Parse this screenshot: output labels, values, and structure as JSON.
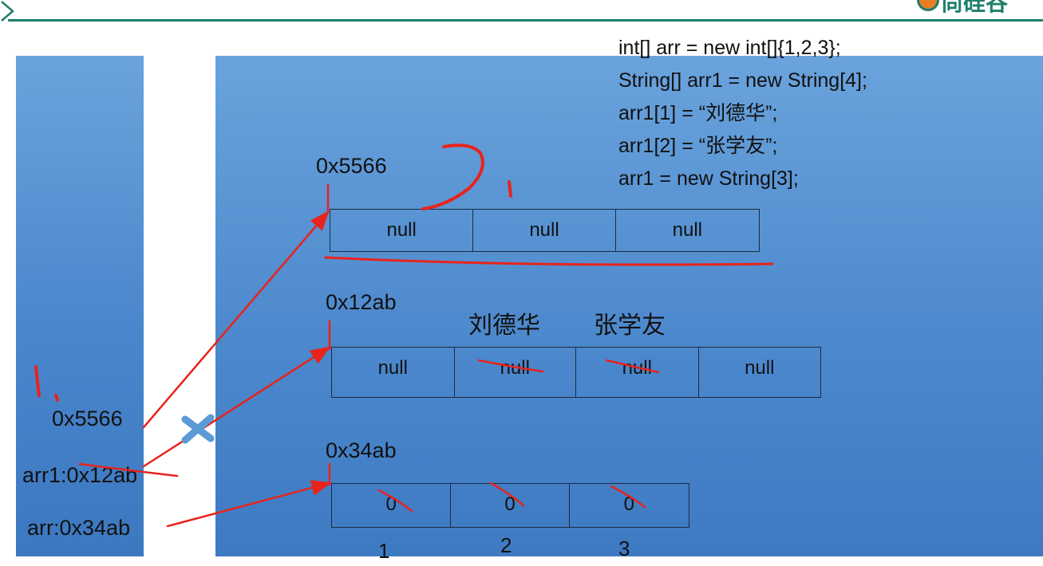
{
  "header": {
    "logo_text": "尚硅谷",
    "accent_color": "#1f7f6b"
  },
  "code": [
    "int[] arr = new int[]{1,2,3};",
    "String[] arr1 = new String[4];",
    "arr1[1] = “刘德华”;",
    "arr1[2] = “张学友”;",
    "arr1 = new String[3];"
  ],
  "stack": {
    "vars": [
      "0x5566",
      "arr1:0x12ab",
      "arr:0x34ab"
    ]
  },
  "heap": {
    "arrays": [
      {
        "address": "0x5566",
        "cells": [
          "null",
          "null",
          "null"
        ]
      },
      {
        "address": "0x12ab",
        "cells": [
          "null",
          "null",
          "null",
          "null"
        ],
        "assigned": [
          "刘德华",
          "张学友"
        ]
      },
      {
        "address": "0x34ab",
        "cells": [
          "0",
          "0",
          "0"
        ],
        "indices": [
          "1",
          "2",
          "3"
        ]
      }
    ]
  },
  "annotations": {
    "step_one": "1.",
    "step_two": "2."
  },
  "colors": {
    "panel": "#4a86cc",
    "ink": "#e8231c",
    "cross": "#5b9bd5"
  }
}
